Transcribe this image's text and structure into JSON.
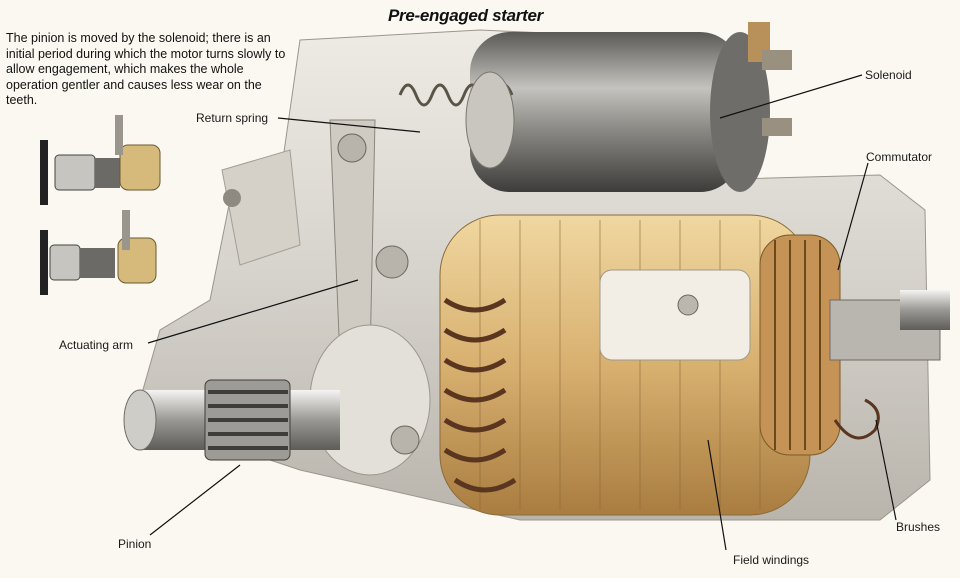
{
  "title": "Pre-engaged starter",
  "description": "The pinion is moved by the solenoid; there is an initial period during which the motor turns slowly to allow engagement, which makes the whole operation gentler and causes less wear on the teeth.",
  "labels": {
    "return_spring": "Return spring",
    "solenoid": "Solenoid",
    "commutator": "Commutator",
    "actuating_arm": "Actuating arm",
    "pinion": "Pinion",
    "field_windings": "Field windings",
    "brushes": "Brushes"
  },
  "colors": {
    "background": "#fbf8f1",
    "housing": "#d9d6cf",
    "solenoid_body": "#8a8986",
    "field_coil": "#d8b070",
    "copper_winding": "#5a3520"
  }
}
